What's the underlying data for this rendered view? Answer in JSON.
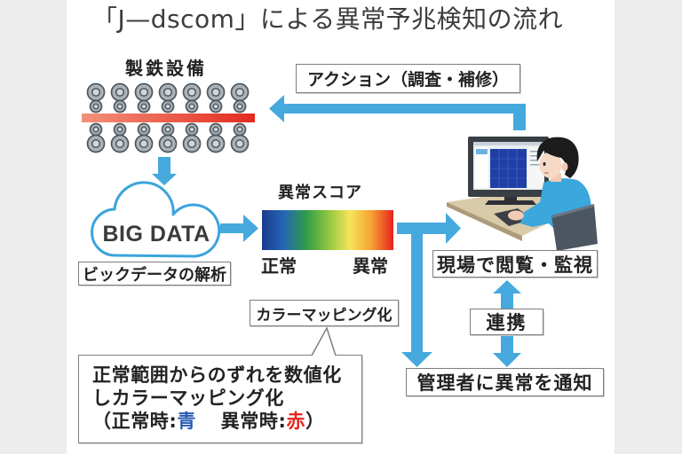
{
  "title": "「J—dscom」による異常予兆検知の流れ",
  "equipment": {
    "label": "製鉄設備"
  },
  "action": {
    "label": "アクション（調査・補修）"
  },
  "bigdata": {
    "cloud_text": "BIG DATA",
    "label": "ビックデータの解析"
  },
  "score": {
    "title": "異常スコア",
    "low_label": "正常",
    "high_label": "異常",
    "gradient": [
      "#1b3a8f",
      "#2566b5",
      "#2e9b49",
      "#8cc540",
      "#f5e55a",
      "#f7a133",
      "#e5231e"
    ]
  },
  "monitoring": {
    "label": "現場で閲覧・監視"
  },
  "link": {
    "label": "連携"
  },
  "notify": {
    "label": "管理者に異常を通知"
  },
  "colormap": {
    "label": "カラーマッピング化"
  },
  "callout": {
    "lines": [
      "正常範囲からのずれを数値化",
      "しカラーマッピング化"
    ],
    "legend": {
      "open": "（",
      "normal_label": "正常時:",
      "normal_color_word": "青",
      "gap": "　",
      "abnormal_label": "異常時:",
      "abnormal_color_word": "赤",
      "close": "）"
    }
  },
  "icons": {
    "equipment": "rolling-mill-icon",
    "cloud": "cloud-icon",
    "operator": "operator-at-computer-icon",
    "flow": "arrow-icon"
  },
  "colors": {
    "arrow": "#45a9de",
    "cloud_outline": "#3aa4dc",
    "normal": "#2a5cb3",
    "abnormal": "#e3241f",
    "hot_strip_start": "#f3927a",
    "hot_strip_end": "#e32a20",
    "operator_shirt": "#3ba7dd"
  }
}
